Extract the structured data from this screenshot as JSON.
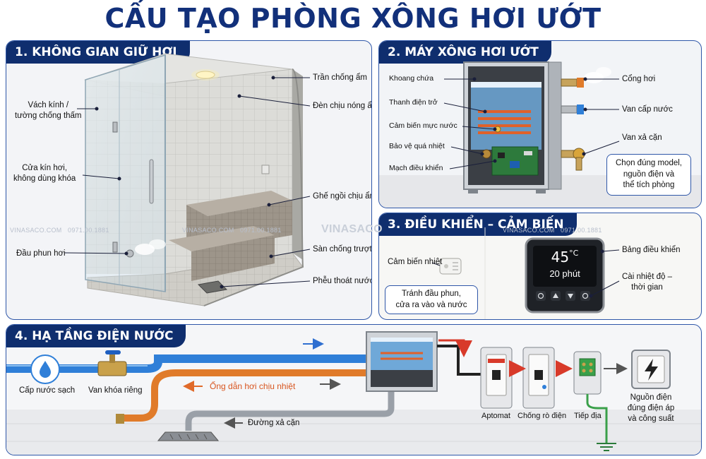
{
  "title": "CẤU TẠO PHÒNG XÔNG HƠI ƯỚT",
  "sections": {
    "s1": {
      "heading": "1. KHÔNG GIAN GIỮ HƠI",
      "labels": {
        "glass_line1": "Vách kính /",
        "glass_line2": "tường chống thấm",
        "door_line1": "Cửa kín hơi,",
        "door_line2": "không dùng khóa",
        "nozzle": "Đầu phun hơi",
        "ceiling": "Trần chống ẩm",
        "lamp": "Đèn chịu nóng ẩm",
        "bench": "Ghế ngồi chịu ẩm",
        "floor": "Sàn chống trượt",
        "drain": "Phễu thoát nước"
      }
    },
    "s2": {
      "heading": "2. MÁY XÔNG HƠI ƯỚT",
      "labels": {
        "tank": "Khoang chứa",
        "heater": "Thanh điện trở",
        "level": "Cảm biến mực nước",
        "overheat": "Bảo vệ quá nhiệt",
        "board": "Mạch điều khiển",
        "steam_out": "Cổng hơi",
        "water_in": "Van cấp nước",
        "drain_valve": "Van xả cặn"
      },
      "callout_line1": "Chọn đúng model,",
      "callout_line2": "nguồn điện và",
      "callout_line3": "thể tích phòng"
    },
    "s3": {
      "heading": "3. ĐIỀU KHIỂN – CẢM BIẾN",
      "labels": {
        "temp_sensor": "Cảm biến nhiệt",
        "panel": "Bảng điều khiển",
        "set_line1": "Cài nhiệt độ –",
        "set_line2": "thời gian"
      },
      "callout_line1": "Tránh đầu phun,",
      "callout_line2": "cửa ra vào và nước",
      "display": {
        "temp": "45",
        "unit": "°C",
        "time": "20 phút"
      }
    },
    "s4": {
      "heading": "4. HẠ TẦNG ĐIỆN NƯỚC",
      "labels": {
        "clean_water": "Cấp nước sạch",
        "valve": "Van khóa riêng",
        "steam_pipe": "Ống dẫn hơi chịu nhiệt",
        "drain_line": "Đường xả cặn",
        "breaker": "Aptomat",
        "rcd": "Chống rò điện",
        "ground": "Tiếp địa",
        "power_line1": "Nguồn điện",
        "power_line2": "đúng điện áp",
        "power_line3": "và công suất"
      }
    }
  },
  "watermark": {
    "brand": "VINASACO.COM",
    "phone": "0971.00.1881",
    "logo": "VINASACO"
  },
  "icons": {
    "water": "water-drop-icon",
    "power": "lightning-icon",
    "ground": "ground-symbol-icon",
    "lamp": "ceiling-lamp-icon",
    "steam": "steam-cloud-icon",
    "sensor": "temperature-sensor-icon"
  },
  "colors": {
    "heading_bg": "#0f2e6e",
    "title": "#12307a",
    "water_pipe": "#2f7fd8",
    "steam_pipe": "#e07b2a",
    "drain_pipe": "#9aa0a8",
    "arrow_red": "#d83a2a",
    "ground_wire": "#3aa04a",
    "callout_border": "#2f57a8"
  }
}
